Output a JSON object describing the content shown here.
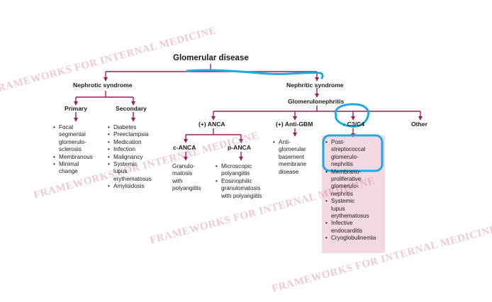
{
  "title": "Glomerular disease",
  "nephrotic": {
    "label": "Nephrotic syndrome",
    "primary": {
      "label": "Primary",
      "items": [
        "Focal",
        "segmental",
        "glomerulo-",
        "sclerosis",
        "Membranous",
        "Minimal",
        "change"
      ]
    },
    "secondary": {
      "label": "Secondary",
      "items": [
        "Diabetes",
        "Preeclampsia",
        "Medication",
        "Infection",
        "Malignancy",
        "Systemic",
        "lupus",
        "erythematosus",
        "Amyloidosis"
      ]
    }
  },
  "nephritic": {
    "label": "Nephritic syndrome",
    "glomerulonephritis": "Glomerulonephritis",
    "anca": {
      "label": "(+) ANCA",
      "c_anca": {
        "label": "c-ANCA",
        "items": [
          "Granulo-",
          "matosis",
          "with",
          "polyangiitis"
        ]
      },
      "p_anca": {
        "label": "p-ANCA",
        "items": [
          "Microscopic",
          "polyangiitis",
          "Eosinophilic",
          "granulomatosis",
          "with polyangiitis"
        ]
      }
    },
    "anti_gbm": {
      "label": "(+) Anti-GBM",
      "items": [
        "Anti-",
        "glomerular",
        "basement",
        "membrane",
        "disease"
      ]
    },
    "c3c4": {
      "label": "↓ C3/C4",
      "items": [
        "Post-",
        "streptococcal",
        "glomerulo-",
        "nephritis",
        "Membrano-",
        "proliferative",
        "glomerulo-",
        "nephritis",
        "Systemic",
        "lupus",
        "erythematosus",
        "Infective",
        "endocarditis",
        "Cryoglobulinemia"
      ]
    },
    "other": "Other"
  },
  "watermark": "FRAMEWORKS FOR INTERNAL MEDICINE",
  "colors": {
    "line": "#9c1f5a",
    "highlight_fill": "#f3d9e2",
    "annotation": "#1fa9e1",
    "watermark": "#d66e8c"
  }
}
